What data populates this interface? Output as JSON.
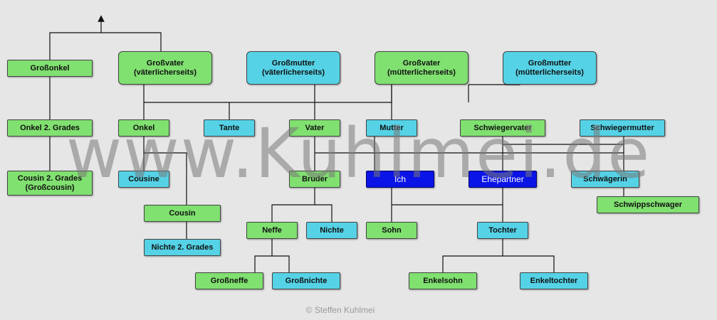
{
  "diagram": {
    "nodes": {
      "grossonkel": "Großonkel",
      "grossvater_v": "Großvater\n(väterlicherseits)",
      "grossmutter_v": "Großmutter\n(väterlicherseits)",
      "grossvater_m": "Großvater\n(mütterlicherseits)",
      "grossmutter_m": "Großmutter\n(mütterlicherseits)",
      "onkel2": "Onkel 2. Grades",
      "onkel": "Onkel",
      "tante": "Tante",
      "vater": "Vater",
      "mutter": "Mutter",
      "schwiegervater": "Schwiegervater",
      "schwiegermutter": "Schwiegermutter",
      "cousin2": "Cousin 2. Grades\n(Großcousin)",
      "cousine": "Cousine",
      "bruder": "Bruder",
      "ich": "Ich",
      "ehepartner": "Ehepartner",
      "schwaegerin": "Schwägerin",
      "schwippschwager": "Schwippschwager",
      "cousin": "Cousin",
      "neffe": "Neffe",
      "nichte": "Nichte",
      "sohn": "Sohn",
      "tochter": "Tochter",
      "nichte2": "Nichte 2. Grades",
      "grossneffe": "Großneffe",
      "grossnichte": "Großnichte",
      "enkelsohn": "Enkelsohn",
      "enkeltochter": "Enkeltochter"
    },
    "watermark": "www.Kuhlmei.de",
    "copyright": "© Steffen Kuhlmei"
  },
  "colors": {
    "male": "#80e070",
    "female": "#55d2e6",
    "self": "#0b14e6",
    "background": "#e6e6e6",
    "line": "#111111"
  }
}
